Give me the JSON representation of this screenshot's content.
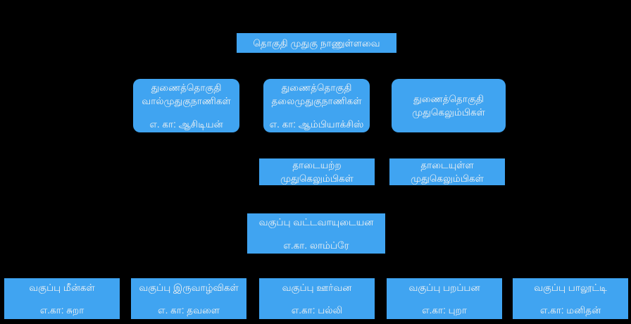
{
  "colors": {
    "background": "#000000",
    "node_fill": "#40a4f1",
    "node_text": "#f4f4f2"
  },
  "diagram": {
    "type": "hierarchy-flowchart",
    "nodes": [
      {
        "id": "phylum-chordata",
        "lines": [
          "தொகுதி முதுகு நாணுள்ளவை"
        ]
      },
      {
        "id": "subphylum-urochordata",
        "lines": [
          "துணைத்தொகுதி",
          "வால்முதுகுநாணிகள்"
        ],
        "example": "எ. கா: ஆசிடியன்"
      },
      {
        "id": "subphylum-cephalochordata",
        "lines": [
          "துணைத்தொகுதி",
          "தலைமுதுகுநாணிகள்"
        ],
        "example": "எ. கா: ஆம்பியாக்சிஸ்"
      },
      {
        "id": "subphylum-vertebrata",
        "lines": [
          "துணைத்தொகுதி",
          "முதுகெலும்பிகள்"
        ]
      },
      {
        "id": "jawless-vertebrates",
        "lines": [
          "தாடையற்ற",
          "முதுகெலும்பிகள்"
        ]
      },
      {
        "id": "jawed-vertebrates",
        "lines": [
          "தாடையுள்ள",
          "முதுகெலும்பிகள்"
        ]
      },
      {
        "id": "class-cyclostomata",
        "lines": [
          "வகுப்பு வட்டவாயுடையன"
        ],
        "example": "எ.கா. லாம்ப்ரே"
      },
      {
        "id": "class-pisces",
        "lines": [
          "வகுப்பு மீன்கள்"
        ],
        "example": "எ.கா: சுறா"
      },
      {
        "id": "class-amphibia",
        "lines": [
          "வகுப்பு இருவாழ்விகள்"
        ],
        "example": "எ. கா: தவளை"
      },
      {
        "id": "class-reptilia",
        "lines": [
          "வகுப்பு ஊர்வன"
        ],
        "example": "எ.கா: பல்லி"
      },
      {
        "id": "class-aves",
        "lines": [
          "வகுப்பு பறப்பன"
        ],
        "example": "எ.கா: புறா"
      },
      {
        "id": "class-mammalia",
        "lines": [
          "வகுப்பு பாலூட்டி"
        ],
        "example": "எ.கா: மனிதன்"
      }
    ]
  }
}
